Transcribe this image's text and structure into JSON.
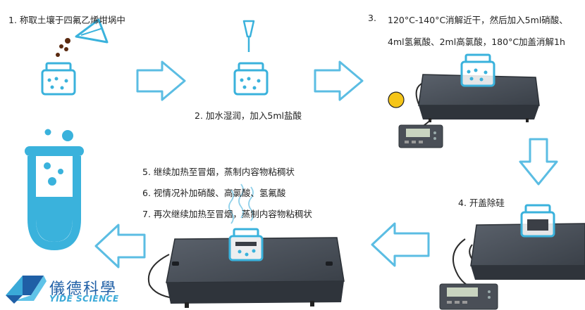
{
  "steps": {
    "s1": "1. 称取土壤于四氟乙烯坩埚中",
    "s2": "2. 加水湿润，加入5ml盐酸",
    "s3_num": "3.",
    "s3_line1": "120°C-140°C消解近干，然后加入5ml硝酸、",
    "s3_line2": "4ml氢氟酸、2ml高氯酸，180°C加盖消解1h",
    "s4": "4. 开盖除硅",
    "s5": "5. 继续加热至冒烟，蒸制内容物粘稠状",
    "s6": "6. 视情况补加硝酸、高氯酸、氢氟酸",
    "s7": "7. 再次继续加热至冒烟，蒸制内容物粘稠状"
  },
  "logo": {
    "name_cn": "儀德科學",
    "name_en": "YIDE SCIENCE"
  },
  "colors": {
    "outline_blue": "#3ab2dc",
    "arrow_blue": "#5bbde3",
    "hotplate_top": "#454b55",
    "hotplate_body": "#2f343b",
    "indicator_yellow": "#f5c518",
    "logo_blue": "#1f5fa6"
  }
}
